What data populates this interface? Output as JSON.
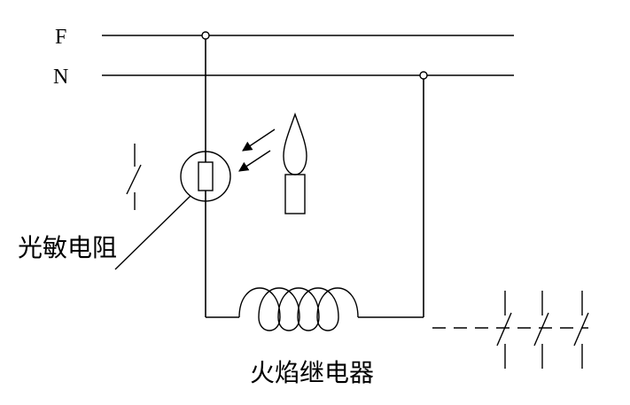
{
  "diagram": {
    "type": "circuit-schematic",
    "labels": {
      "line_f": "F",
      "line_n": "N",
      "photoresistor": "光敏电阻",
      "flame_relay": "火焰继电器"
    },
    "components": [
      "power-line-F",
      "power-line-N",
      "junction-dot-on-F",
      "junction-dot-on-N",
      "auxiliary-switch-contact",
      "photoresistor-symbol",
      "candle-flame-light-source",
      "light-ray-arrows",
      "relay-coil",
      "mechanical-linkage-dashed-line",
      "relay-contacts-x3"
    ],
    "colors": {
      "line": "#000000",
      "background": "#ffffff"
    }
  }
}
